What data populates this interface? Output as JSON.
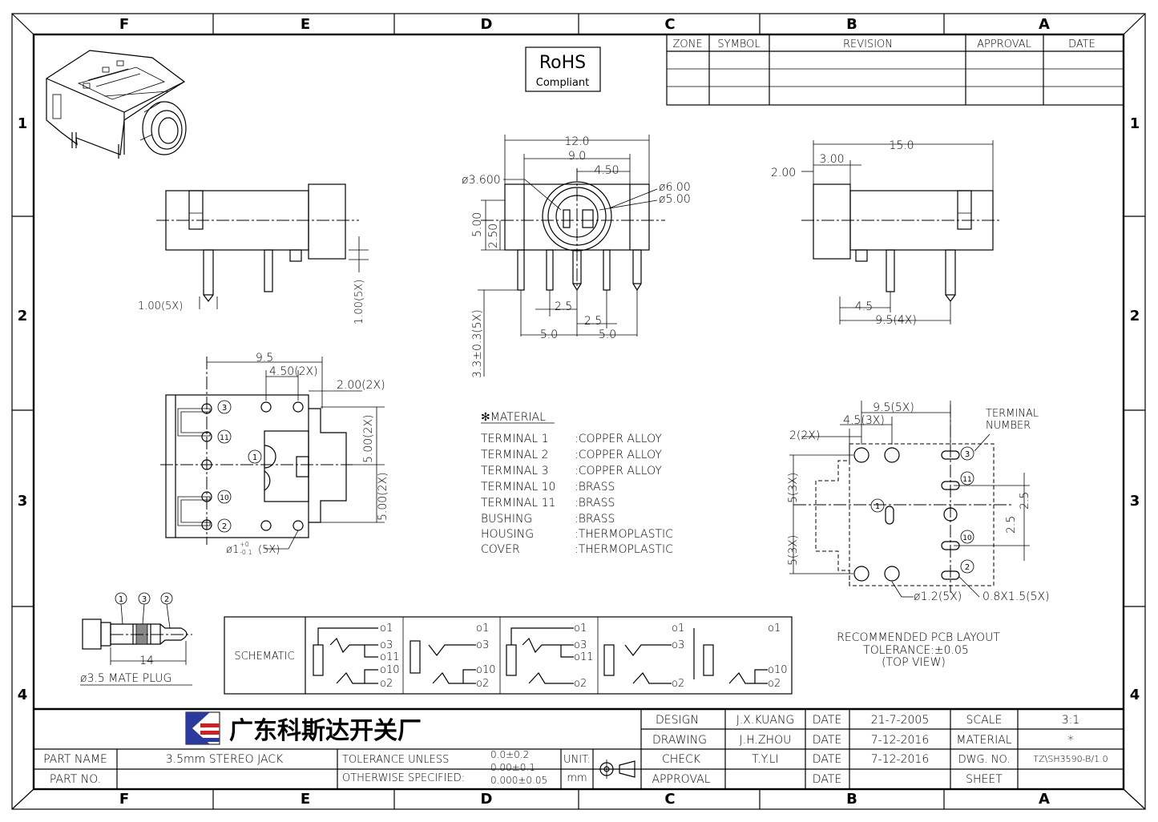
{
  "frame": {
    "columns": [
      "F",
      "E",
      "D",
      "C",
      "B",
      "A"
    ],
    "rows": [
      "1",
      "2",
      "3",
      "4"
    ]
  },
  "rohs": {
    "line1": "RoHS",
    "line2": "Compliant"
  },
  "revision_table": {
    "headers": [
      "ZONE",
      "SYMBOL",
      "REVISION",
      "APPROVAL",
      "DATE"
    ]
  },
  "front_view": {
    "d_12": "12.0",
    "d_9": "9.0",
    "d_450": "4.50",
    "d_dia36": "ø3.600",
    "d_dia6": "ø6.00",
    "d_dia5": "ø5.00",
    "d_500": "5.00",
    "d_250": "2.50",
    "d_33": "3.3±0.3(5X)",
    "d_25a": "2.5",
    "d_25b": "2.5",
    "d_50a": "5.0",
    "d_50b": "5.0"
  },
  "side_left": {
    "d_pin": "1.00(5X)",
    "d_h": "1.00(5X)"
  },
  "side_right": {
    "d_15": "15.0",
    "d_3": "3.00",
    "d_2": "2.00",
    "d_45": "4.5",
    "d_95": "9.5(4X)"
  },
  "bottom_view": {
    "d_95": "9.5",
    "d_45": "4.50(2X)",
    "d_20": "2.00(2X)",
    "d_50a": "5.00(2X)",
    "d_50b": "5.00(2X)",
    "d_hole": "ø1",
    "d_tol_up": "+0",
    "d_tol_dn": "-0.1",
    "d_hole_n": "(5X)",
    "pins": [
      "3",
      "11",
      "1",
      "10",
      "2"
    ]
  },
  "material": {
    "title": "✻MATERIAL",
    "rows": [
      {
        "k": "TERMINAL 1",
        "v": ":COPPER ALLOY"
      },
      {
        "k": "TERMINAL 2",
        "v": ":COPPER ALLOY"
      },
      {
        "k": "TERMINAL 3",
        "v": ":COPPER ALLOY"
      },
      {
        "k": "TERMINAL 10",
        "v": ":BRASS"
      },
      {
        "k": "TERMINAL 11",
        "v": ":BRASS"
      },
      {
        "k": "BUSHING",
        "v": ":BRASS"
      },
      {
        "k": "HOUSING",
        "v": ":THERMOPLASTIC"
      },
      {
        "k": "COVER",
        "v": ":THERMOPLASTIC"
      }
    ]
  },
  "pcb": {
    "d_95": "9.5(5X)",
    "d_45": "4.5(3X)",
    "d_2": "2(2X)",
    "d_5a": "5(3X)",
    "d_5b": "5(3X)",
    "d_25a": "2.5",
    "d_25b": "2.5",
    "terminal_label1": "TERMINAL",
    "terminal_label2": "NUMBER",
    "d_hole": "ø1.2(5X)",
    "d_slot": "0.8X1.5(5X)",
    "note1": "RECOMMENDED PCB LAYOUT",
    "note2": "TOLERANCE:±0.05",
    "note3": "(TOP VIEW)",
    "pins": [
      "3",
      "11",
      "1",
      "10",
      "2"
    ]
  },
  "plug": {
    "d_14": "14",
    "label": "ø3.5 MATE PLUG",
    "pins": [
      "1",
      "3",
      "2"
    ]
  },
  "schematic": {
    "label": "SCHEMATIC",
    "pin1": "o1",
    "pin3": "o3",
    "pin11": "o11",
    "pin10": "o10",
    "pin2": "o2"
  },
  "title_block": {
    "company": "广东科斯达开关厂",
    "design_label": "DESIGN",
    "design_name": "J.X.KUANG",
    "date_label1": "DATE",
    "design_date": "21-7-2005",
    "drawing_label": "DRAWING",
    "drawing_name": "J.H.ZHOU",
    "date_label2": "DATE",
    "drawing_date": "7-12-2016",
    "check_label": "CHECK",
    "check_name": "T.Y.LI",
    "date_label3": "DATE",
    "check_date": "7-12-2016",
    "approval_label": "APPROVAL",
    "date_label4": "DATE",
    "scale_label": "SCALE",
    "scale_value": "3:1",
    "material_label": "MATERIAL",
    "material_value": "*",
    "dwg_label": "DWG. NO.",
    "dwg_value": "TZ\\SH3590-B/1.0",
    "sheet_label": "SHEET",
    "part_name_label": "PART NAME",
    "part_name_value": "3.5mm STEREO JACK",
    "part_no_label": "PART NO.",
    "tol_line1": "TOLERANCE UNLESS",
    "tol_line2": "OTHERWISE SPECIFIED:",
    "tol_v1": "0.0±0.2",
    "tol_v2": "0.00±0.1",
    "tol_v3": "0.000±0.05",
    "unit_label": "UNIT:",
    "unit_value": "mm"
  }
}
